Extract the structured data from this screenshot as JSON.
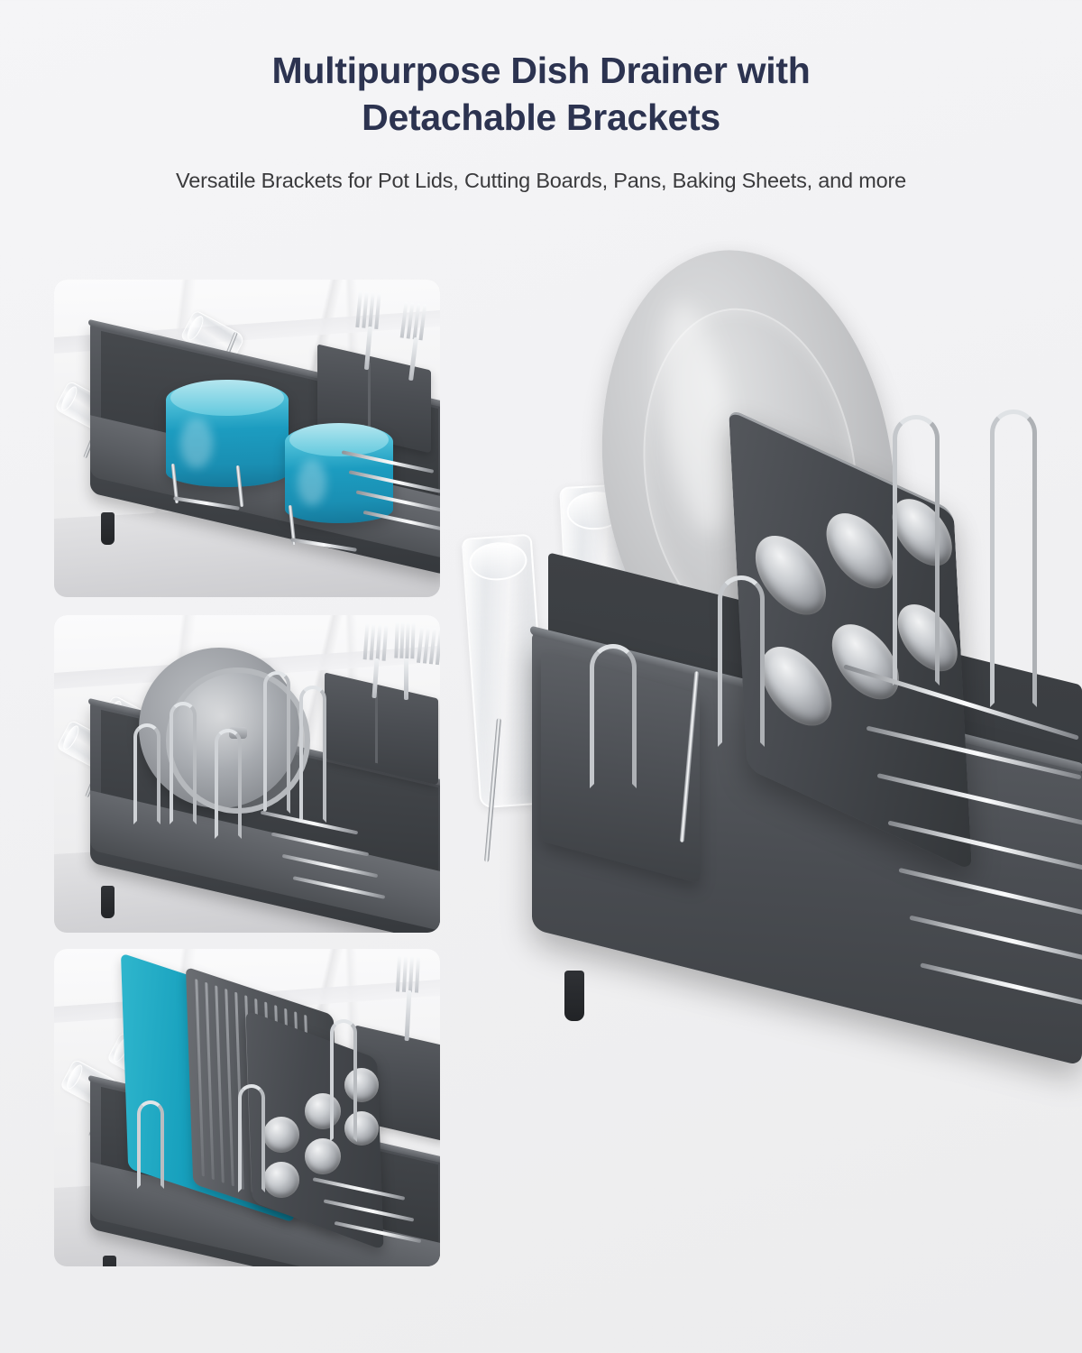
{
  "header": {
    "headline_line1": "Multipurpose Dish Drainer with",
    "headline_line2": "Detachable Brackets",
    "subhead": "Versatile Brackets for Pot Lids, Cutting Boards, Pans, Baking Sheets, and more"
  },
  "colors": {
    "background": "#f2f2f4",
    "headline": "#2c3350",
    "subhead": "#3a3a3c",
    "rack_charcoal": "#4a4d52",
    "rack_dark": "#35383c",
    "chrome": "#e8eaec",
    "teal": "#1b9fc0",
    "teal_light": "#7ccfdd",
    "plate_gray": "#c8c9ca",
    "marble_white": "#f4f4f6"
  },
  "thumbnails": [
    {
      "id": "thumb-pots",
      "caption": "Dish drainer holding two teal pots with glasses on side wire holders and cutlery caddy",
      "items": [
        "teal-pot-large",
        "teal-pot-small",
        "glass",
        "glass",
        "glass",
        "glass",
        "cutlery-caddy",
        "fork",
        "fork"
      ]
    },
    {
      "id": "thumb-pot-lids",
      "caption": "Detachable brackets holding pot lid and pan lid upright",
      "items": [
        "pot-lid",
        "glass-lid",
        "glass",
        "glass",
        "cutlery-caddy",
        "fork",
        "whisk",
        "fork"
      ]
    },
    {
      "id": "thumb-bakeware",
      "caption": "Brackets holding teal cutting board, grill pan and muffin tin",
      "items": [
        "teal-cutting-board",
        "grill-pan",
        "muffin-tin",
        "glass",
        "glass",
        "cutlery-caddy",
        "fork"
      ]
    }
  ],
  "hero": {
    "id": "hero-product",
    "caption": "Dish drainer with large plate, two glasses and a six-cup muffin tin held by detachable brackets",
    "items": [
      "dinner-plate",
      "glass",
      "glass",
      "muffin-tin-6cup",
      "bracket-hoop",
      "bracket-hoop",
      "bracket-hoop",
      "dish-slot-wires",
      "cutlery-caddy",
      "drainer-basin",
      "drainer-foot"
    ],
    "muffin_cup_count": 6,
    "dish_slot_count": 6,
    "bracket_count": 3,
    "glass_count": 2
  }
}
